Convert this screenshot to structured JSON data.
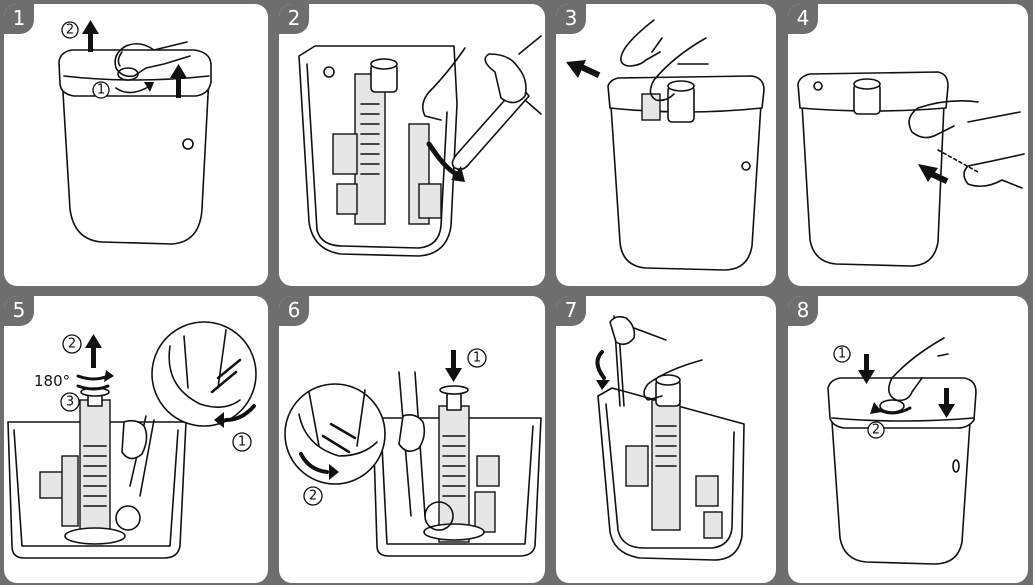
{
  "steps": [
    {
      "number": "1",
      "labels": [
        "2",
        "1"
      ]
    },
    {
      "number": "2",
      "labels": []
    },
    {
      "number": "3",
      "labels": []
    },
    {
      "number": "4",
      "labels": []
    },
    {
      "number": "5",
      "labels": [
        "2",
        "180°",
        "3",
        "1"
      ]
    },
    {
      "number": "6",
      "labels": [
        "1",
        "2"
      ]
    },
    {
      "number": "7",
      "labels": []
    },
    {
      "number": "8",
      "labels": [
        "1",
        "2"
      ]
    }
  ],
  "colors": {
    "background": "#6e6e6e",
    "panel": "#ffffff",
    "line": "#111111"
  }
}
